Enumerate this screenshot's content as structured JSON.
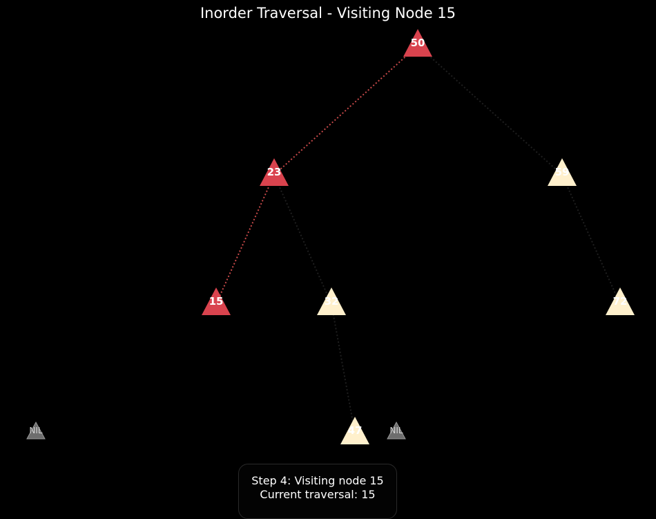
{
  "title": "Inorder Traversal - Visiting Node 15",
  "status": {
    "step": "Step 4: Visiting node 15",
    "traversal": "Current traversal: 15"
  },
  "colors": {
    "background": "#000000",
    "visited": "#d9434e",
    "unvisited": "#fff0cc",
    "nil": "#6e6e6e",
    "visited_edge": "#c94a4a",
    "unvisited_edge": "#1f1f1f"
  },
  "tree": {
    "nodes": [
      {
        "id": "n50",
        "label": "50",
        "state": "visited"
      },
      {
        "id": "n23",
        "label": "23",
        "state": "visited"
      },
      {
        "id": "n59",
        "label": "59",
        "state": "unvisited"
      },
      {
        "id": "n15",
        "label": "15",
        "state": "visited"
      },
      {
        "id": "n32",
        "label": "32",
        "state": "unvisited"
      },
      {
        "id": "n72",
        "label": "72",
        "state": "unvisited"
      },
      {
        "id": "n47",
        "label": "47",
        "state": "unvisited"
      },
      {
        "id": "nil1",
        "label": "NIL",
        "state": "nil"
      },
      {
        "id": "nil2",
        "label": "NIL",
        "state": "nil"
      }
    ],
    "edges": [
      {
        "from": "n50",
        "to": "n23",
        "state": "visited"
      },
      {
        "from": "n50",
        "to": "n59",
        "state": "unvisited"
      },
      {
        "from": "n23",
        "to": "n15",
        "state": "visited"
      },
      {
        "from": "n23",
        "to": "n32",
        "state": "unvisited"
      },
      {
        "from": "n59",
        "to": "n72",
        "state": "unvisited"
      },
      {
        "from": "n32",
        "to": "n47",
        "state": "unvisited"
      }
    ]
  }
}
